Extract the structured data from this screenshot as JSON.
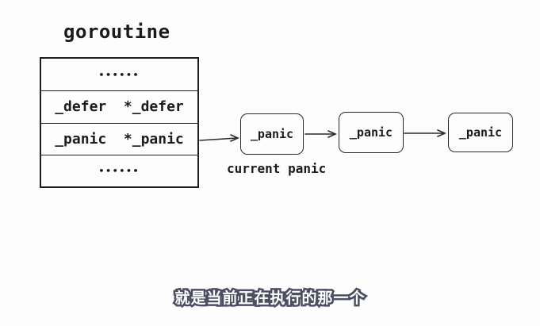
{
  "diagram": {
    "title": "goroutine",
    "struct_rows": [
      {
        "label": "••••••"
      },
      {
        "label": "_defer  *_defer"
      },
      {
        "label": "_panic  *_panic"
      },
      {
        "label": "••••••"
      }
    ],
    "panic_nodes": [
      {
        "label": "_panic"
      },
      {
        "label": "_panic"
      },
      {
        "label": "_panic"
      }
    ],
    "current_panic_label": "current panic",
    "arrows": [
      "goroutine-panic-field-to-first-panic-node",
      "first-panic-node-to-second-panic-node",
      "second-panic-node-to-third-panic-node"
    ],
    "colors": {
      "ink": "#1e1e1e",
      "background": "#fdfdfd"
    }
  },
  "subtitle": {
    "text": "就是当前正在执行的那一个",
    "fill_color": "#ffffff",
    "outline_color": "#4a5062"
  }
}
